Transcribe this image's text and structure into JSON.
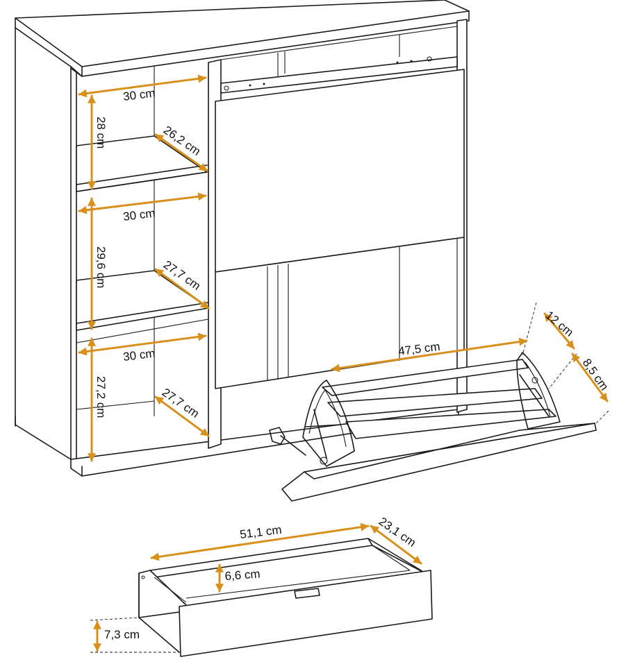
{
  "colors": {
    "dimension": "#d9901a",
    "outline": "#1a1a1a",
    "background": "#ffffff"
  },
  "dimensions": {
    "top_width": "30 cm",
    "top_height": "28 cm",
    "top_depth": "26,2 cm",
    "mid_width": "30 cm",
    "mid_height": "29,6 cm",
    "mid_depth": "27,7 cm",
    "bottom_width": "30 cm",
    "bottom_height": "27,2 cm",
    "bottom_depth": "27,7 cm",
    "shoe_rack_width": "47,5 cm",
    "shoe_rack_depth": "12 cm",
    "shoe_rack_height": "8,5 cm",
    "drawer_width": "51,1 cm",
    "drawer_depth": "23,1 cm",
    "drawer_inner_height": "6,6 cm",
    "drawer_front_height": "7,3 cm"
  }
}
